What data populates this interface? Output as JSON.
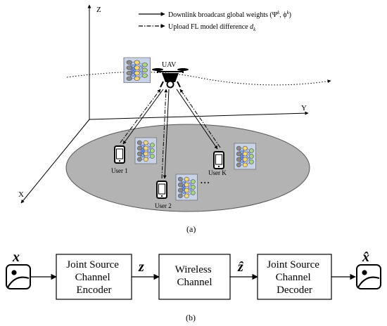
{
  "axes": {
    "z": "Z",
    "y": "Y",
    "x": "X"
  },
  "legend": {
    "downlink_text": "Downlink broadcast global weights (Ψ",
    "downlink_sup_k1": "k",
    "downlink_mid": ", ϕ",
    "downlink_sup_k2": "k",
    "downlink_end": ")",
    "upload_text": "Upload FL model difference ",
    "upload_var": "d",
    "upload_sub": "k"
  },
  "uav_label": "UAV",
  "users": {
    "user1": "User 1",
    "user2": "User 2",
    "userk": "User K"
  },
  "ellipsis": "• • •",
  "caption_a": "(a)",
  "caption_b": "(b)",
  "pipeline": {
    "input_var": "x",
    "encoder": [
      "Joint Source",
      "Channel",
      "Encoder"
    ],
    "z_var": "z",
    "channel": [
      "Wireless",
      "Channel"
    ],
    "zhat_var": "ẑ",
    "decoder": [
      "Joint Source",
      "Channel",
      "Decoder"
    ],
    "output_var": "x̂"
  }
}
